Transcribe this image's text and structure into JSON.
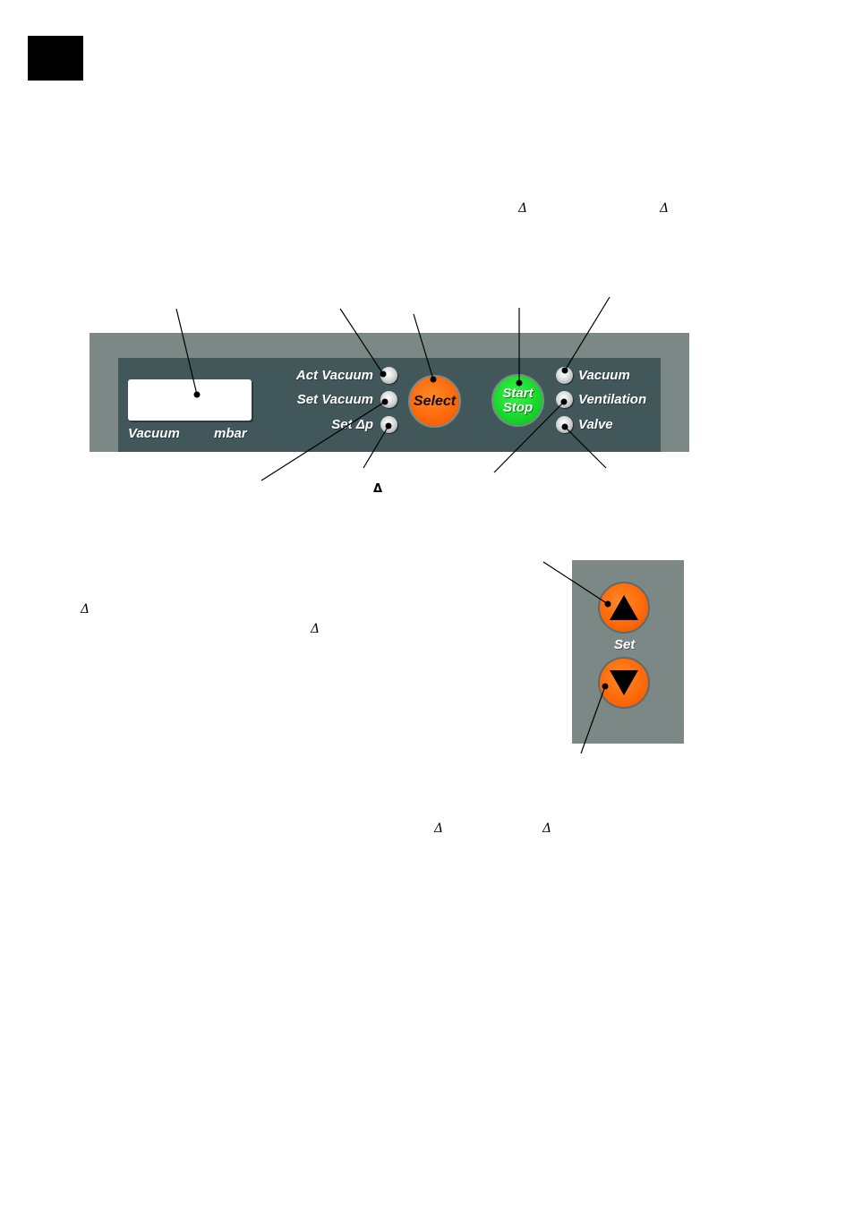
{
  "panel": {
    "display_label_left": "Vacuum",
    "display_label_right": "mbar",
    "mode_labels": [
      "Act Vacuum",
      "Set Vacuum",
      "Set Δp"
    ],
    "status_labels": [
      "Vacuum",
      "Ventilation",
      "Valve"
    ],
    "select_button_label": "Select",
    "start_button_line1": "Start",
    "start_button_line2": "Stop"
  },
  "set_panel": {
    "label": "Set"
  },
  "delta_symbols": {
    "top_1": "Δ",
    "top_2": "Δ",
    "below_panel": "Δ",
    "left_text_1": "Δ",
    "left_text_2": "Δ",
    "bottom_1": "Δ",
    "bottom_2": "Δ"
  },
  "colors": {
    "panel_outer": "#7b8886",
    "panel_inner": "#41575a",
    "select_orange": "#ff6a0a",
    "start_green": "#16d62a"
  }
}
